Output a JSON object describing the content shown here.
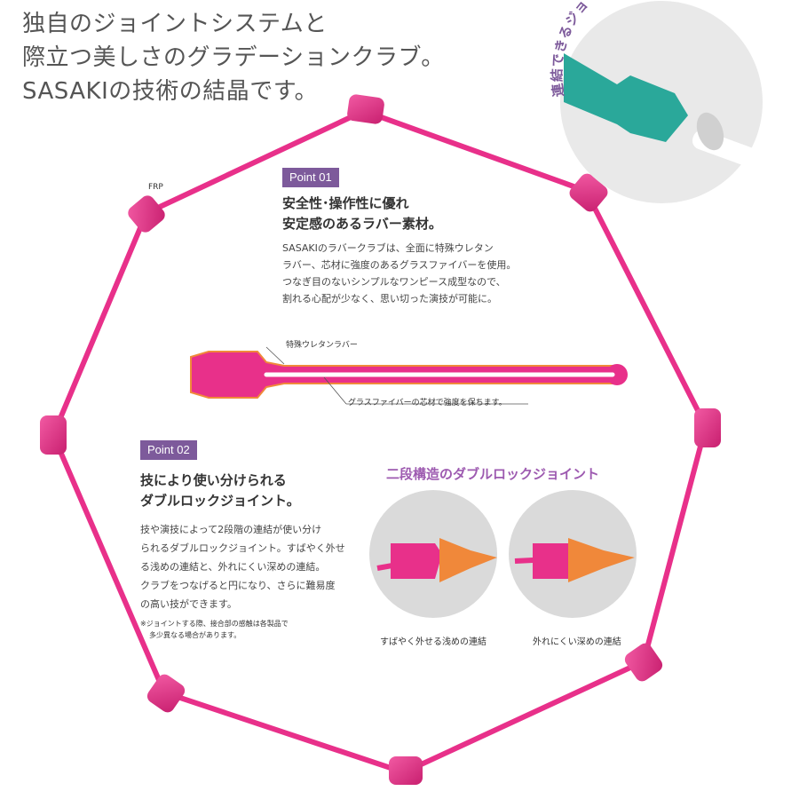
{
  "headline": {
    "line1": "独自のジョイントシステムと",
    "line2": "際立つ美しさのグラデーションクラブ。",
    "line3": "SASAKIの技術の結晶です。"
  },
  "top_right": {
    "curved_label": "連結できるジョイントホール加工"
  },
  "frp_label": "FRP",
  "point01": {
    "badge": "Point 01",
    "title_line1": "安全性･操作性に優れ",
    "title_line2": "安定感のあるラバー素材。",
    "body": [
      "SASAKIのラバークラブは、全面に特殊ウレタン",
      "ラバー、芯材に強度のあるグラスファイバーを使用。",
      "つなぎ目のないシンプルなワンピース成型なので、",
      "割れる心配が少なく、思い切った演技が可能に。"
    ],
    "label_rubber": "特殊ウレタンラバー",
    "label_fiber": "グラスファイバーの芯材で強度を保ちます。"
  },
  "point02": {
    "badge": "Point 02",
    "title_line1": "技により使い分けられる",
    "title_line2": "ダブルロックジョイント。",
    "body": [
      "技や演技によって2段階の連結が使い分け",
      "られるダブルロックジョイント。すばやく外せ",
      "る浅めの連結と、外れにくい深めの連結。",
      "クラブをつなげると円になり、さらに難易度",
      "の高い技ができます。"
    ],
    "note_line1": "※ジョイントする際、接合部の感触は各製品で",
    "note_line2": "多少異なる場合があります。"
  },
  "double_lock": {
    "title": "二段構造のダブルロックジョイント",
    "caption_left": "すばやく外せる浅めの連結",
    "caption_right": "外れにくい深めの連結"
  },
  "colors": {
    "club_pink": "#e8308a",
    "club_pink_dark": "#c81f6f",
    "accent_purple": "#7d5a9b",
    "title_purple": "#9d5ab0",
    "teal": "#2aa89a",
    "orange": "#f0883a"
  }
}
